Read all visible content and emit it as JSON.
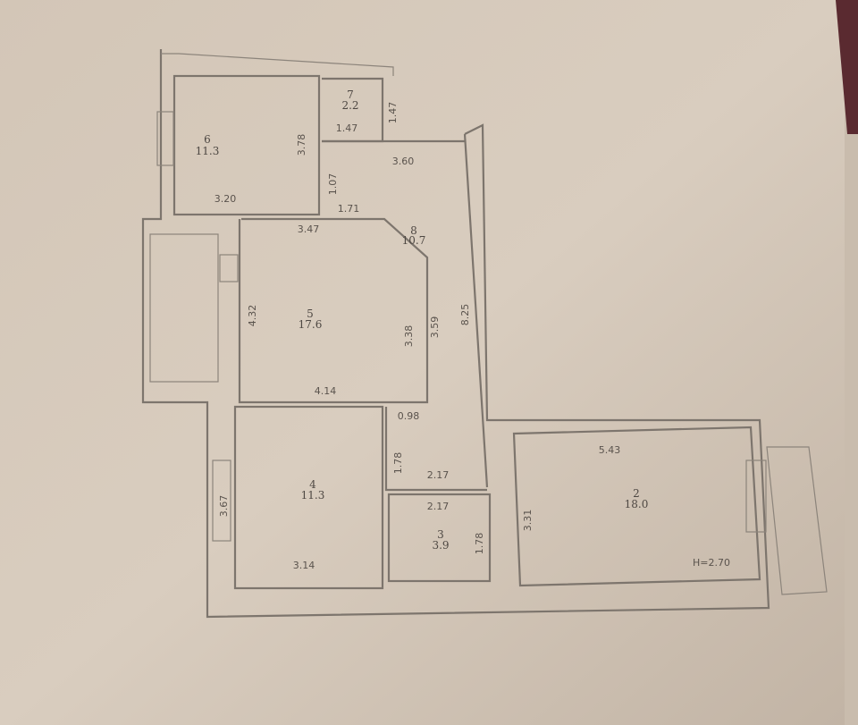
{
  "rooms": [
    {
      "number": "6",
      "area": "11.3",
      "dims": [
        "3.20",
        "3.78"
      ]
    },
    {
      "number": "7",
      "area": "2.2",
      "dims": [
        "1.47",
        "1.47"
      ]
    },
    {
      "number": "8",
      "area": "10.7",
      "dims": [
        "3.60",
        "1.71",
        "1.07",
        "3.59",
        "8.25"
      ]
    },
    {
      "number": "5",
      "area": "17.6",
      "dims": [
        "3.47",
        "4.32",
        "3.38",
        "4.14"
      ]
    },
    {
      "number": "4",
      "area": "11.3",
      "dims": [
        "3.67",
        "3.14"
      ]
    },
    {
      "number": "",
      "area": "",
      "dims": [
        "0.98",
        "1.78",
        "2.17"
      ]
    },
    {
      "number": "3",
      "area": "3.9",
      "dims": [
        "2.17",
        "1.78"
      ]
    },
    {
      "number": "2",
      "area": "18.0",
      "dims": [
        "5.43",
        "3.31"
      ]
    }
  ],
  "ceiling_height": "H=2.70",
  "colors": {
    "paper": "#d8ccbe",
    "lines": "#7d756d",
    "corner_dark": "#5a2a30"
  }
}
